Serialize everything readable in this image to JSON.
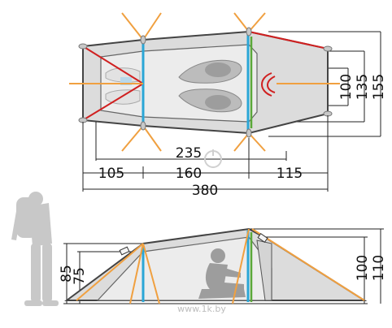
{
  "plan_view": {
    "length_labels": {
      "inner_235": "235",
      "vestibule_front": "105",
      "inner_length": "160",
      "vestibule_rear": "115",
      "total_length": "380"
    },
    "width_labels": {
      "inner_narrow": "100",
      "inner_wide": "135",
      "outer": "155"
    }
  },
  "side_view": {
    "height_labels": {
      "front_outer": "85",
      "front_inner": "75",
      "rear_inner": "100",
      "rear_outer": "110"
    }
  },
  "watermark": "www.1k.by",
  "colors": {
    "fly_outline": "#444444",
    "fly_fill": "#dcdcdc",
    "inner_fill": "#ececec",
    "pole_blue": "#2aa6d6",
    "pole_green": "#5aa83a",
    "guy_line": "#f0a040",
    "ridge_red": "#d02020",
    "silhouette": "#c8c8c8"
  }
}
